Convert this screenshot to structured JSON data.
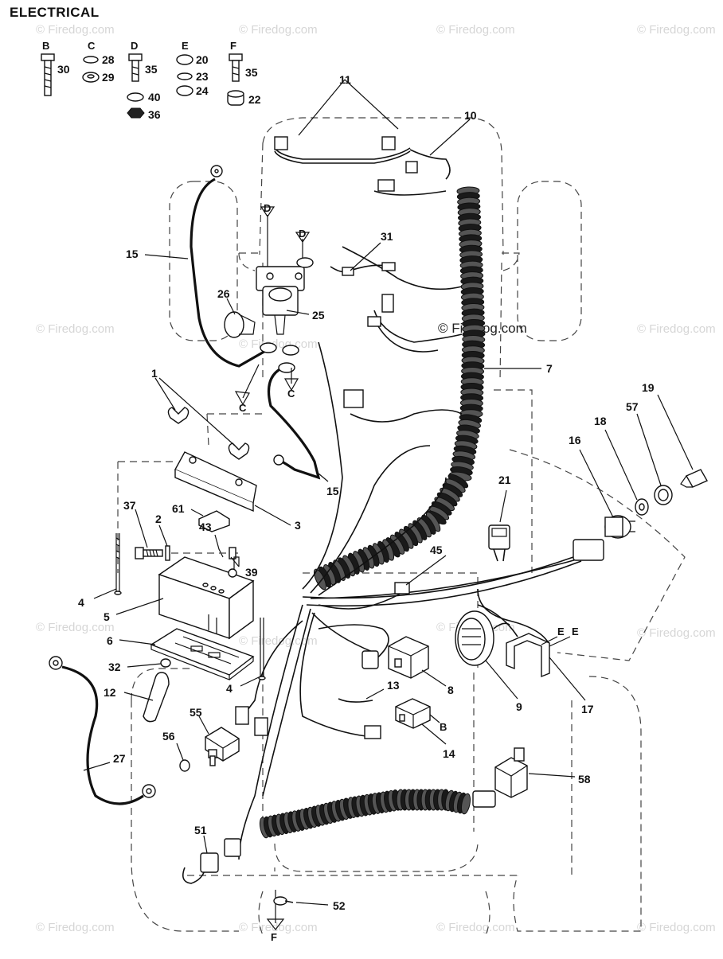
{
  "title": "ELECTRICAL",
  "watermark": "© Firedog.com",
  "hardware": {
    "B": {
      "letter": "B",
      "parts": [
        "30"
      ]
    },
    "C": {
      "letter": "C",
      "parts": [
        "28",
        "29"
      ]
    },
    "D": {
      "letter": "D",
      "parts": [
        "35",
        "40",
        "36"
      ]
    },
    "E": {
      "letter": "E",
      "parts": [
        "20",
        "23",
        "24"
      ]
    },
    "F": {
      "letter": "F",
      "parts": [
        "35",
        "22"
      ]
    }
  },
  "callouts": {
    "p1": "1",
    "p2": "2",
    "p3": "3",
    "p4a": "4",
    "p4b": "4",
    "p5": "5",
    "p6": "6",
    "p7": "7",
    "p8": "8",
    "p9": "9",
    "p10": "10",
    "p11": "11",
    "p12": "12",
    "p13": "13",
    "p14": "14",
    "p15a": "15",
    "p15b": "15",
    "p16": "16",
    "p17": "17",
    "p18": "18",
    "p19": "19",
    "p21": "21",
    "p25": "25",
    "p26": "26",
    "p27": "27",
    "p31": "31",
    "p32": "32",
    "p37": "37",
    "p39": "39",
    "p43": "43",
    "p45": "45",
    "p51": "51",
    "p52": "52",
    "p55": "55",
    "p56": "56",
    "p57": "57",
    "p58": "58",
    "p61": "61"
  },
  "hardware_refs": {
    "dA": "D",
    "dB": "D",
    "cA": "C",
    "cB": "C",
    "eA": "E",
    "eB": "E",
    "b1": "B",
    "f1": "F"
  },
  "colors": {
    "line": "#111111",
    "dash": "#444444",
    "watermark": "#d6d6d6",
    "background": "#ffffff"
  }
}
